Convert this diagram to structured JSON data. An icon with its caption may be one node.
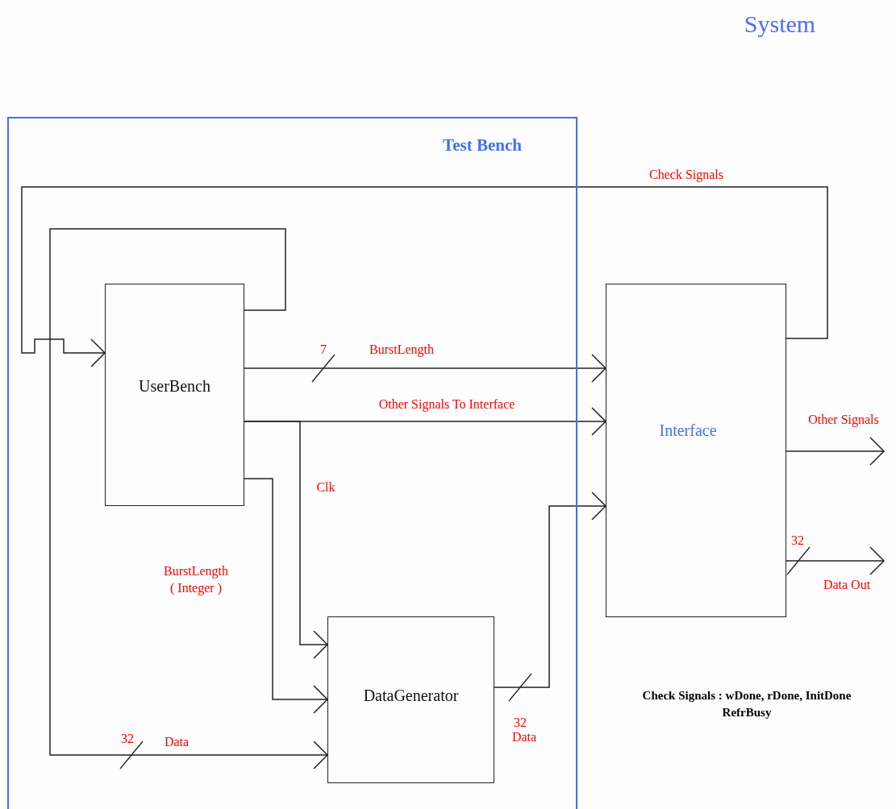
{
  "diagram": {
    "title": "System",
    "nodes": [
      {
        "text": [
          "Test Bench"
        ]
      },
      {
        "text": [
          "UserBench"
        ],
        "in": 0
      },
      {
        "text": [
          "DataGenerator"
        ],
        "in": 0
      },
      {
        "text": [
          "Interface"
        ]
      }
    ],
    "edges": [
      {
        "from": 3,
        "to": 1,
        "arrow": "to",
        "label": "Check Signals"
      },
      {
        "from": 1,
        "to": 2,
        "arrow": "to",
        "label": "Data"
      },
      {
        "from": 1,
        "to": 3,
        "arrow": "to",
        "label": "BurstLength"
      },
      {
        "from": 1,
        "to": 3,
        "arrow": "to",
        "label": "Other Signals To Interface"
      },
      {
        "from": 1,
        "to": 2,
        "arrow": "to",
        "label": "Clk"
      },
      {
        "from": 1,
        "to": 2,
        "arrow": "to",
        "label": "BurstLength ( Integer )"
      },
      {
        "from": 2,
        "to": 3,
        "arrow": "to",
        "label": "Data"
      },
      {
        "from": 3,
        "to": null,
        "arrow": "to",
        "label": "Other Signals"
      },
      {
        "from": 3,
        "to": null,
        "arrow": "to",
        "label": "Data Out"
      }
    ],
    "labels": [
      "7",
      "32",
      "Check Signals : wDone, rDone, InitDone RefrBusy",
      "32",
      "32"
    ]
  }
}
